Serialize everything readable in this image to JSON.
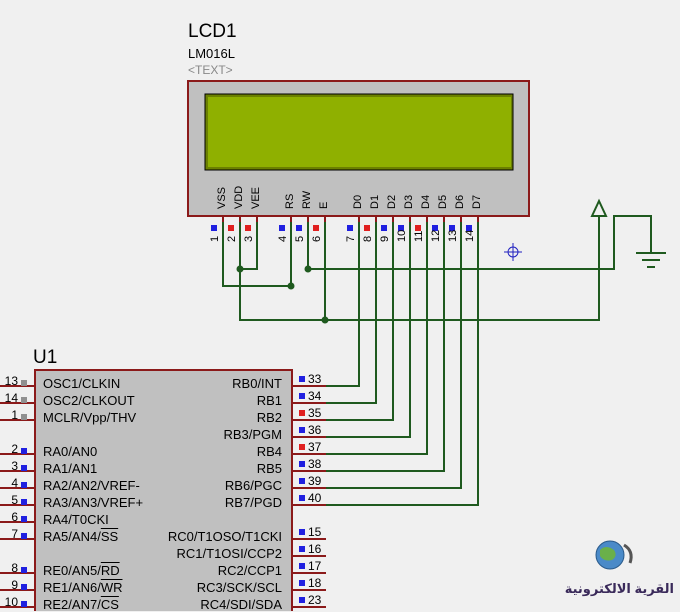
{
  "lcd": {
    "ref": "LCD1",
    "model": "LM016L",
    "text_placeholder": "<TEXT>",
    "pins": [
      {
        "name": "VSS",
        "num": "1",
        "marker": "blue"
      },
      {
        "name": "VDD",
        "num": "2",
        "marker": "red"
      },
      {
        "name": "VEE",
        "num": "3",
        "marker": "red"
      },
      {
        "name": "RS",
        "num": "4",
        "marker": "blue"
      },
      {
        "name": "RW",
        "num": "5",
        "marker": "blue"
      },
      {
        "name": "E",
        "num": "6",
        "marker": "red"
      },
      {
        "name": "D0",
        "num": "7",
        "marker": "blue"
      },
      {
        "name": "D1",
        "num": "8",
        "marker": "red"
      },
      {
        "name": "D2",
        "num": "9",
        "marker": "blue"
      },
      {
        "name": "D3",
        "num": "10",
        "marker": "blue"
      },
      {
        "name": "D4",
        "num": "11",
        "marker": "red"
      },
      {
        "name": "D5",
        "num": "12",
        "marker": "blue"
      },
      {
        "name": "D6",
        "num": "13",
        "marker": "blue"
      },
      {
        "name": "D7",
        "num": "14",
        "marker": "blue"
      }
    ]
  },
  "mcu": {
    "ref": "U1",
    "left_pins": [
      {
        "num": "13",
        "name": "OSC1/CLKIN",
        "marker": "gray"
      },
      {
        "num": "14",
        "name": "OSC2/CLKOUT",
        "marker": "gray"
      },
      {
        "num": "1",
        "name": "MCLR/Vpp/THV",
        "marker": "gray"
      },
      {
        "num": "2",
        "name": "RA0/AN0",
        "marker": "blue"
      },
      {
        "num": "3",
        "name": "RA1/AN1",
        "marker": "blue"
      },
      {
        "num": "4",
        "name": "RA2/AN2/VREF-",
        "marker": "blue"
      },
      {
        "num": "5",
        "name": "RA3/AN3/VREF+",
        "marker": "blue"
      },
      {
        "num": "6",
        "name": "RA4/T0CKI",
        "marker": "blue"
      },
      {
        "num": "7",
        "name": "RA5/AN4/SS",
        "marker": "blue"
      },
      {
        "num": "8",
        "name": "RE0/AN5/RD",
        "marker": "blue"
      },
      {
        "num": "9",
        "name": "RE1/AN6/WR",
        "marker": "blue"
      },
      {
        "num": "10",
        "name": "RE2/AN7/CS",
        "marker": "blue"
      }
    ],
    "right_pins": [
      {
        "num": "33",
        "name": "RB0/INT",
        "marker": "blue"
      },
      {
        "num": "34",
        "name": "RB1",
        "marker": "blue"
      },
      {
        "num": "35",
        "name": "RB2",
        "marker": "red"
      },
      {
        "num": "36",
        "name": "RB3/PGM",
        "marker": "blue"
      },
      {
        "num": "37",
        "name": "RB4",
        "marker": "red"
      },
      {
        "num": "38",
        "name": "RB5",
        "marker": "blue"
      },
      {
        "num": "39",
        "name": "RB6/PGC",
        "marker": "blue"
      },
      {
        "num": "40",
        "name": "RB7/PGD",
        "marker": "blue"
      },
      {
        "num": "15",
        "name": "RC0/T1OSO/T1CKI",
        "marker": "blue"
      },
      {
        "num": "16",
        "name": "RC1/T1OSI/CCP2",
        "marker": "blue"
      },
      {
        "num": "17",
        "name": "RC2/CCP1",
        "marker": "blue"
      },
      {
        "num": "18",
        "name": "RC3/SCK/SCL",
        "marker": "blue"
      },
      {
        "num": "23",
        "name": "RC4/SDI/SDA",
        "marker": "blue"
      }
    ]
  },
  "watermark": "القرية الالكترونية",
  "colors": {
    "background": "#f0f0f0",
    "wire": "#1f5a1f",
    "component_outline": "#8b1a1a",
    "lcd_screen": "#8fb000",
    "pin_blue": "#2020e0",
    "pin_red": "#e02020",
    "pin_gray": "#909090"
  }
}
